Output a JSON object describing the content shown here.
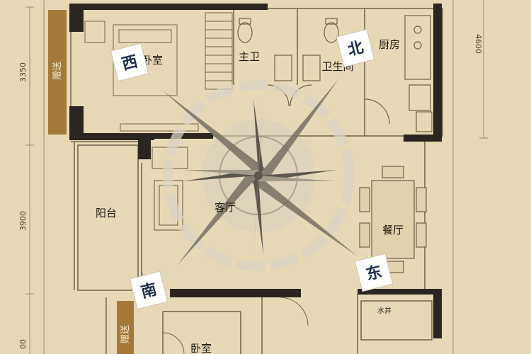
{
  "dimensions": {
    "left_top": "3350",
    "left_middle": "3900",
    "left_bottom": "00",
    "right_top": "4600"
  },
  "rooms": {
    "master_bedroom": "卧室",
    "master_bath": "主卫",
    "bathroom": "卫生间",
    "kitchen": "厨房",
    "balcony": "阳台",
    "living_room": "客厅",
    "dining_room": "餐厅",
    "bedroom_bottom": "卧室",
    "water_well": "水井"
  },
  "gift_areas": {
    "top": "赠送",
    "bottom": "赠送"
  },
  "directions": {
    "west": "西",
    "north": "北",
    "east": "东",
    "south": "南"
  },
  "colors": {
    "background": "#e8d9b6",
    "wall": "#2a2520",
    "compass": "#6a6458",
    "direction_text": "#1f2f4a",
    "gift_area": "#a5793a"
  }
}
